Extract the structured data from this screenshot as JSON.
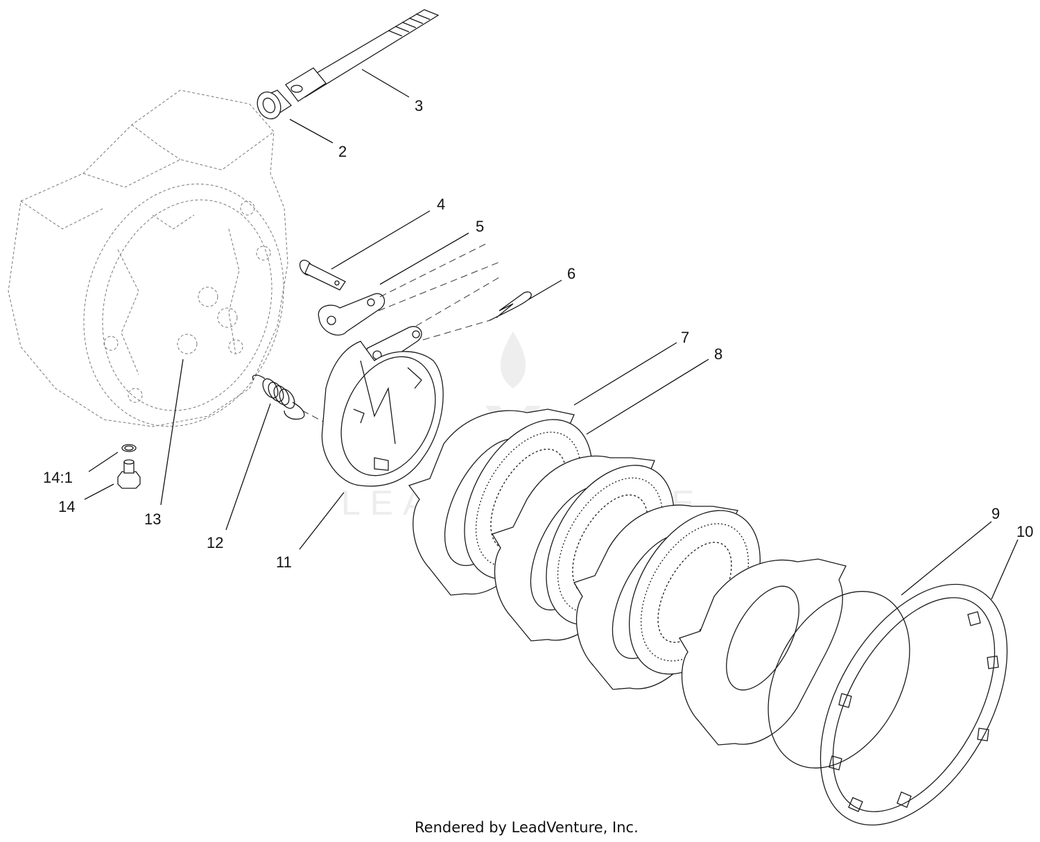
{
  "diagram": {
    "callouts": {
      "c2": "2",
      "c3": "3",
      "c4": "4",
      "c5": "5",
      "c6": "6",
      "c7": "7",
      "c8": "8",
      "c9": "9",
      "c10": "10",
      "c11": "11",
      "c12": "12",
      "c13": "13",
      "c14": "14",
      "c14_1": "14:1"
    },
    "footer": "Rendered by LeadVenture, Inc.",
    "watermark": "LEADVENTURE"
  }
}
